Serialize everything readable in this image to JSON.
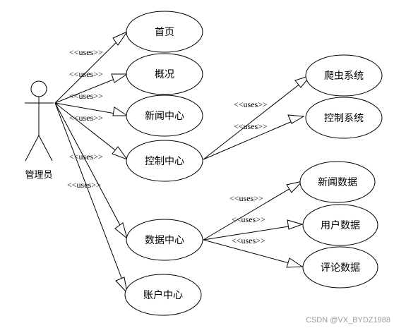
{
  "actor": {
    "name": "管理员"
  },
  "use_cases": {
    "home": "首页",
    "overview": "概况",
    "news_center": "新闻中心",
    "control_center": "控制中心",
    "data_center": "数据中心",
    "account_center": "账户中心",
    "crawler_system": "爬虫系统",
    "control_system": "控制系统",
    "news_data": "新闻数据",
    "user_data": "用户数据",
    "comment_data": "评论数据"
  },
  "relation_label": "<<uses>>",
  "watermark": "CSDN @VX_BYDZ1988"
}
